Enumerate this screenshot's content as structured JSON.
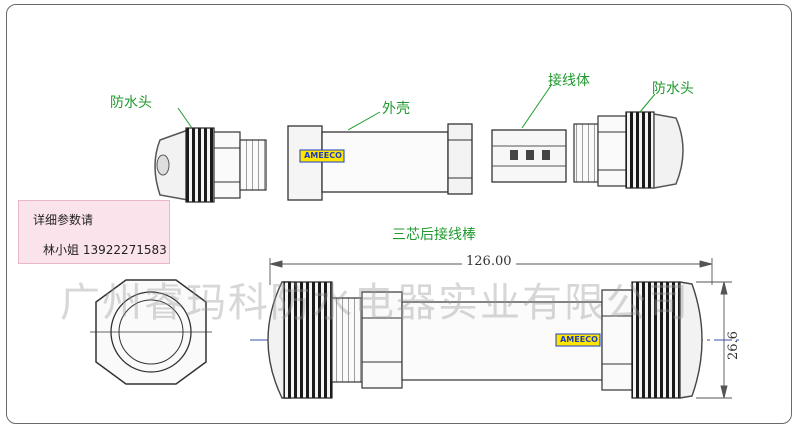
{
  "labels": {
    "waterproof_head_left": "防水头",
    "shell": "外壳",
    "connector_body": "接线体",
    "waterproof_head_right": "防水头",
    "assembled_title": "三芯后接线棒"
  },
  "brand": "AMEECO",
  "watermark": "广州睿玛科防水电器实业有限公司",
  "contact": {
    "line1": "详细参数请",
    "line2": "林小姐 13922271583"
  },
  "dimensions": {
    "length": "126.00",
    "diameter": "26.6"
  },
  "icons": [
    "phone-icon",
    "bow-icon"
  ]
}
